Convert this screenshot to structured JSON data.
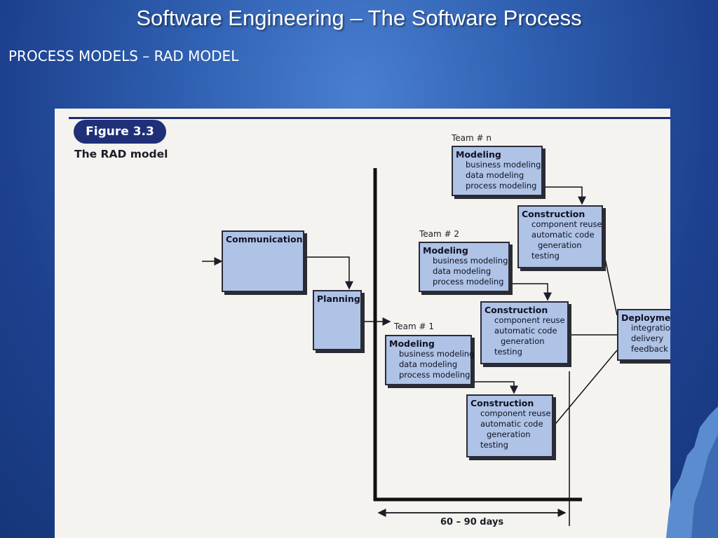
{
  "slide": {
    "title": "Software Engineering – The Software Process",
    "subtitle": "PROCESS MODELS – RAD MODEL"
  },
  "figure": {
    "badge": "Figure 3.3",
    "caption": "The RAD model",
    "time_label": "60 – 90 days"
  },
  "nodes": {
    "communication": "Communication",
    "planning": "Planning",
    "deployment": {
      "title": "Deployment",
      "items": [
        "integration",
        "delivery",
        "feedback"
      ]
    }
  },
  "teams": [
    {
      "label": "Team # 1",
      "modeling": {
        "title": "Modeling",
        "items": [
          "business modeling",
          "data modeling",
          "process modeling"
        ]
      },
      "construction": {
        "title": "Construction",
        "items": [
          "component reuse",
          "automatic code",
          "generation",
          "testing"
        ]
      }
    },
    {
      "label": "Team # 2",
      "modeling": {
        "title": "Modeling",
        "items": [
          "business modeling",
          "data modeling",
          "process modeling"
        ]
      },
      "construction": {
        "title": "Construction",
        "items": [
          "component reuse",
          "automatic code",
          "generation",
          "testing"
        ]
      }
    },
    {
      "label": "Team # n",
      "modeling": {
        "title": "Modeling",
        "items": [
          "business modeling",
          "data modeling",
          "process modeling"
        ]
      },
      "construction": {
        "title": "Construction",
        "items": [
          "component reuse",
          "automatic code",
          "generation",
          "testing"
        ]
      }
    }
  ],
  "colors": {
    "box_fill": "#aec3e6",
    "badge": "#1f2f78",
    "background": "#2f5fb0"
  }
}
